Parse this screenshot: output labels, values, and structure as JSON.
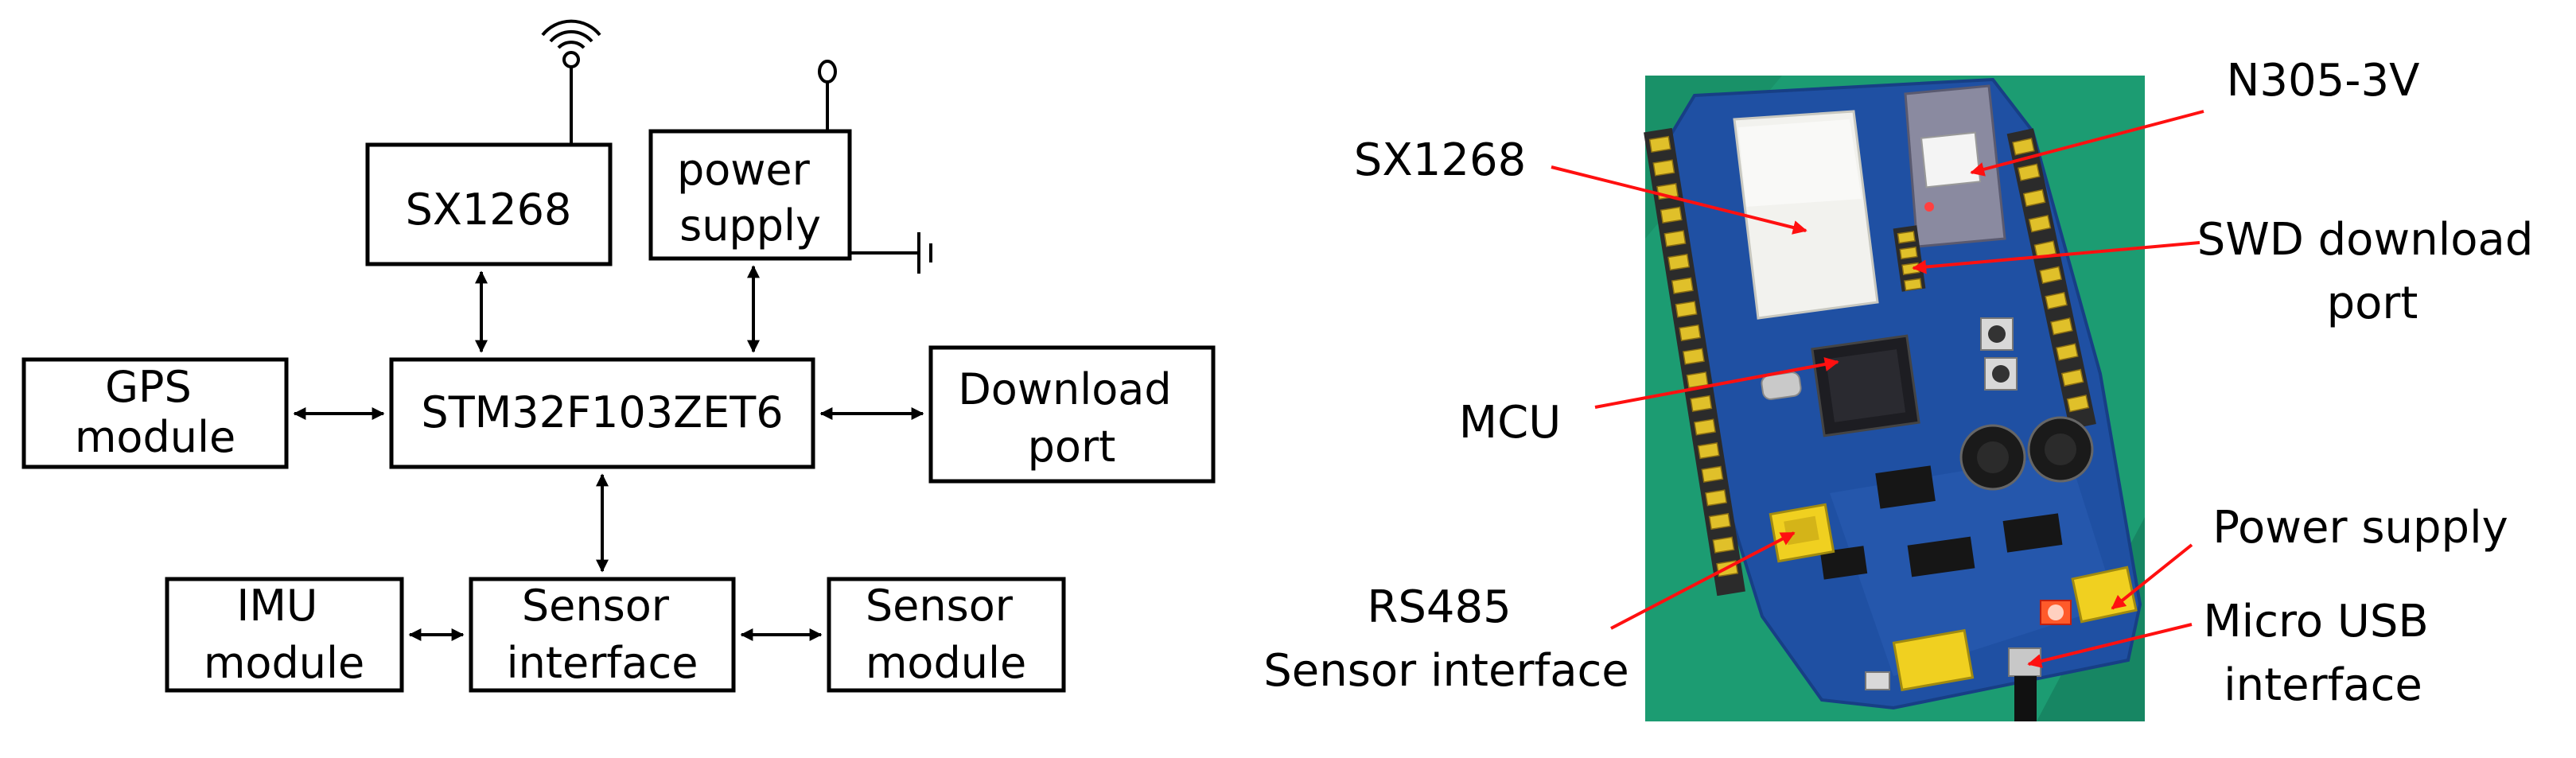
{
  "block_diagram": {
    "blocks": {
      "sx1268": [
        "SX1268"
      ],
      "power_supply": [
        "power",
        "supply"
      ],
      "gps_module": [
        "GPS",
        "module"
      ],
      "mcu": [
        "STM32F103ZET6"
      ],
      "download_port": [
        "Download",
        "port"
      ],
      "imu_module": [
        "IMU",
        "module"
      ],
      "sensor_interface": [
        "Sensor",
        "interface"
      ],
      "sensor_module": [
        "Sensor",
        "module"
      ]
    }
  },
  "board_photo": {
    "callouts": {
      "sx1268": [
        "SX1268"
      ],
      "n305": [
        "N305-3V"
      ],
      "swd": [
        "SWD download",
        "port"
      ],
      "mcu": [
        "MCU"
      ],
      "power_supply": [
        "Power supply"
      ],
      "rs485": [
        "RS485",
        "Sensor interface"
      ],
      "micro_usb": [
        "Micro USB",
        "interface"
      ]
    },
    "colors": {
      "background": "#1c9c72",
      "pcb": "#1f50a3",
      "leader": "#ff1010",
      "header": "#e0c02a"
    }
  }
}
